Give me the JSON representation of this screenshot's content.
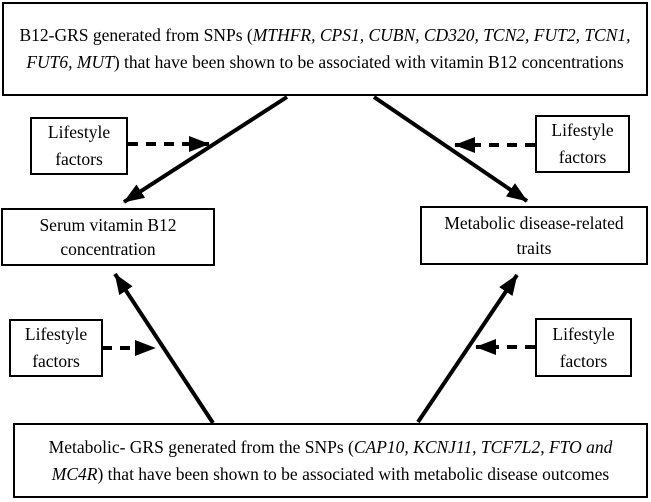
{
  "diagram": {
    "title_hint": "B12-GRS and Metabolic-GRS association diagram",
    "colors": {
      "ink": "#000000",
      "background": "#ffffff"
    },
    "top_box": {
      "prefix": "B12-GRS generated from SNPs (",
      "genes": "MTHFR, CPS1, CUBN, CD320, TCN2, FUT2, TCN1, FUT6, MUT",
      "suffix": ") that have been shown to be associated with vitamin B12 concentrations"
    },
    "bottom_box": {
      "prefix": "Metabolic- GRS generated from the SNPs (",
      "genes": "CAP10, KCNJ11, TCF7L2, FTO and MC4R",
      "suffix": ") that have been shown to be associated with metabolic disease outcomes"
    },
    "serum_box": {
      "line1": "Serum vitamin  B12",
      "line2": "concentration"
    },
    "traits_box": {
      "line1": "Metabolic disease-related",
      "line2": "traits"
    },
    "lifestyle_label": "Lifestyle factors"
  }
}
